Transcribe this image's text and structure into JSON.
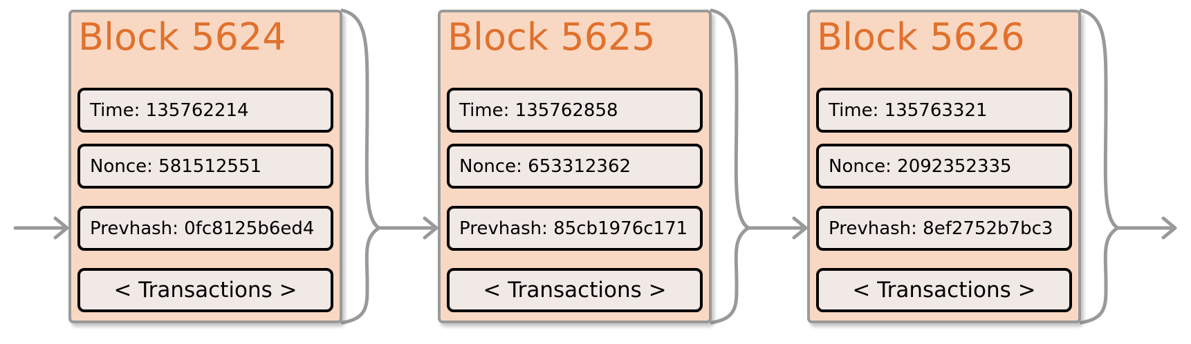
{
  "colors": {
    "background": "#ffffff",
    "block_fill": "#f9d8c3",
    "block_border": "#999999",
    "title_text": "#e0712d",
    "field_fill": "#f1e9e5",
    "field_border": "#000000",
    "field_text": "#000000",
    "connector": "#999999"
  },
  "blocks": [
    {
      "title": "Block 5624",
      "fields": {
        "time": "Time: 135762214",
        "nonce": "Nonce: 581512551",
        "prevhash": "Prevhash: 0fc8125b6ed4",
        "transactions": "< Transactions >"
      }
    },
    {
      "title": "Block 5625",
      "fields": {
        "time": "Time: 135762858",
        "nonce": "Nonce: 653312362",
        "prevhash": "Prevhash: 85cb1976c171",
        "transactions": "< Transactions >"
      }
    },
    {
      "title": "Block 5626",
      "fields": {
        "time": "Time: 135763321",
        "nonce": "Nonce: 2092352335",
        "prevhash": "Prevhash: 8ef2752b7bc3",
        "transactions": "< Transactions >"
      }
    }
  ]
}
